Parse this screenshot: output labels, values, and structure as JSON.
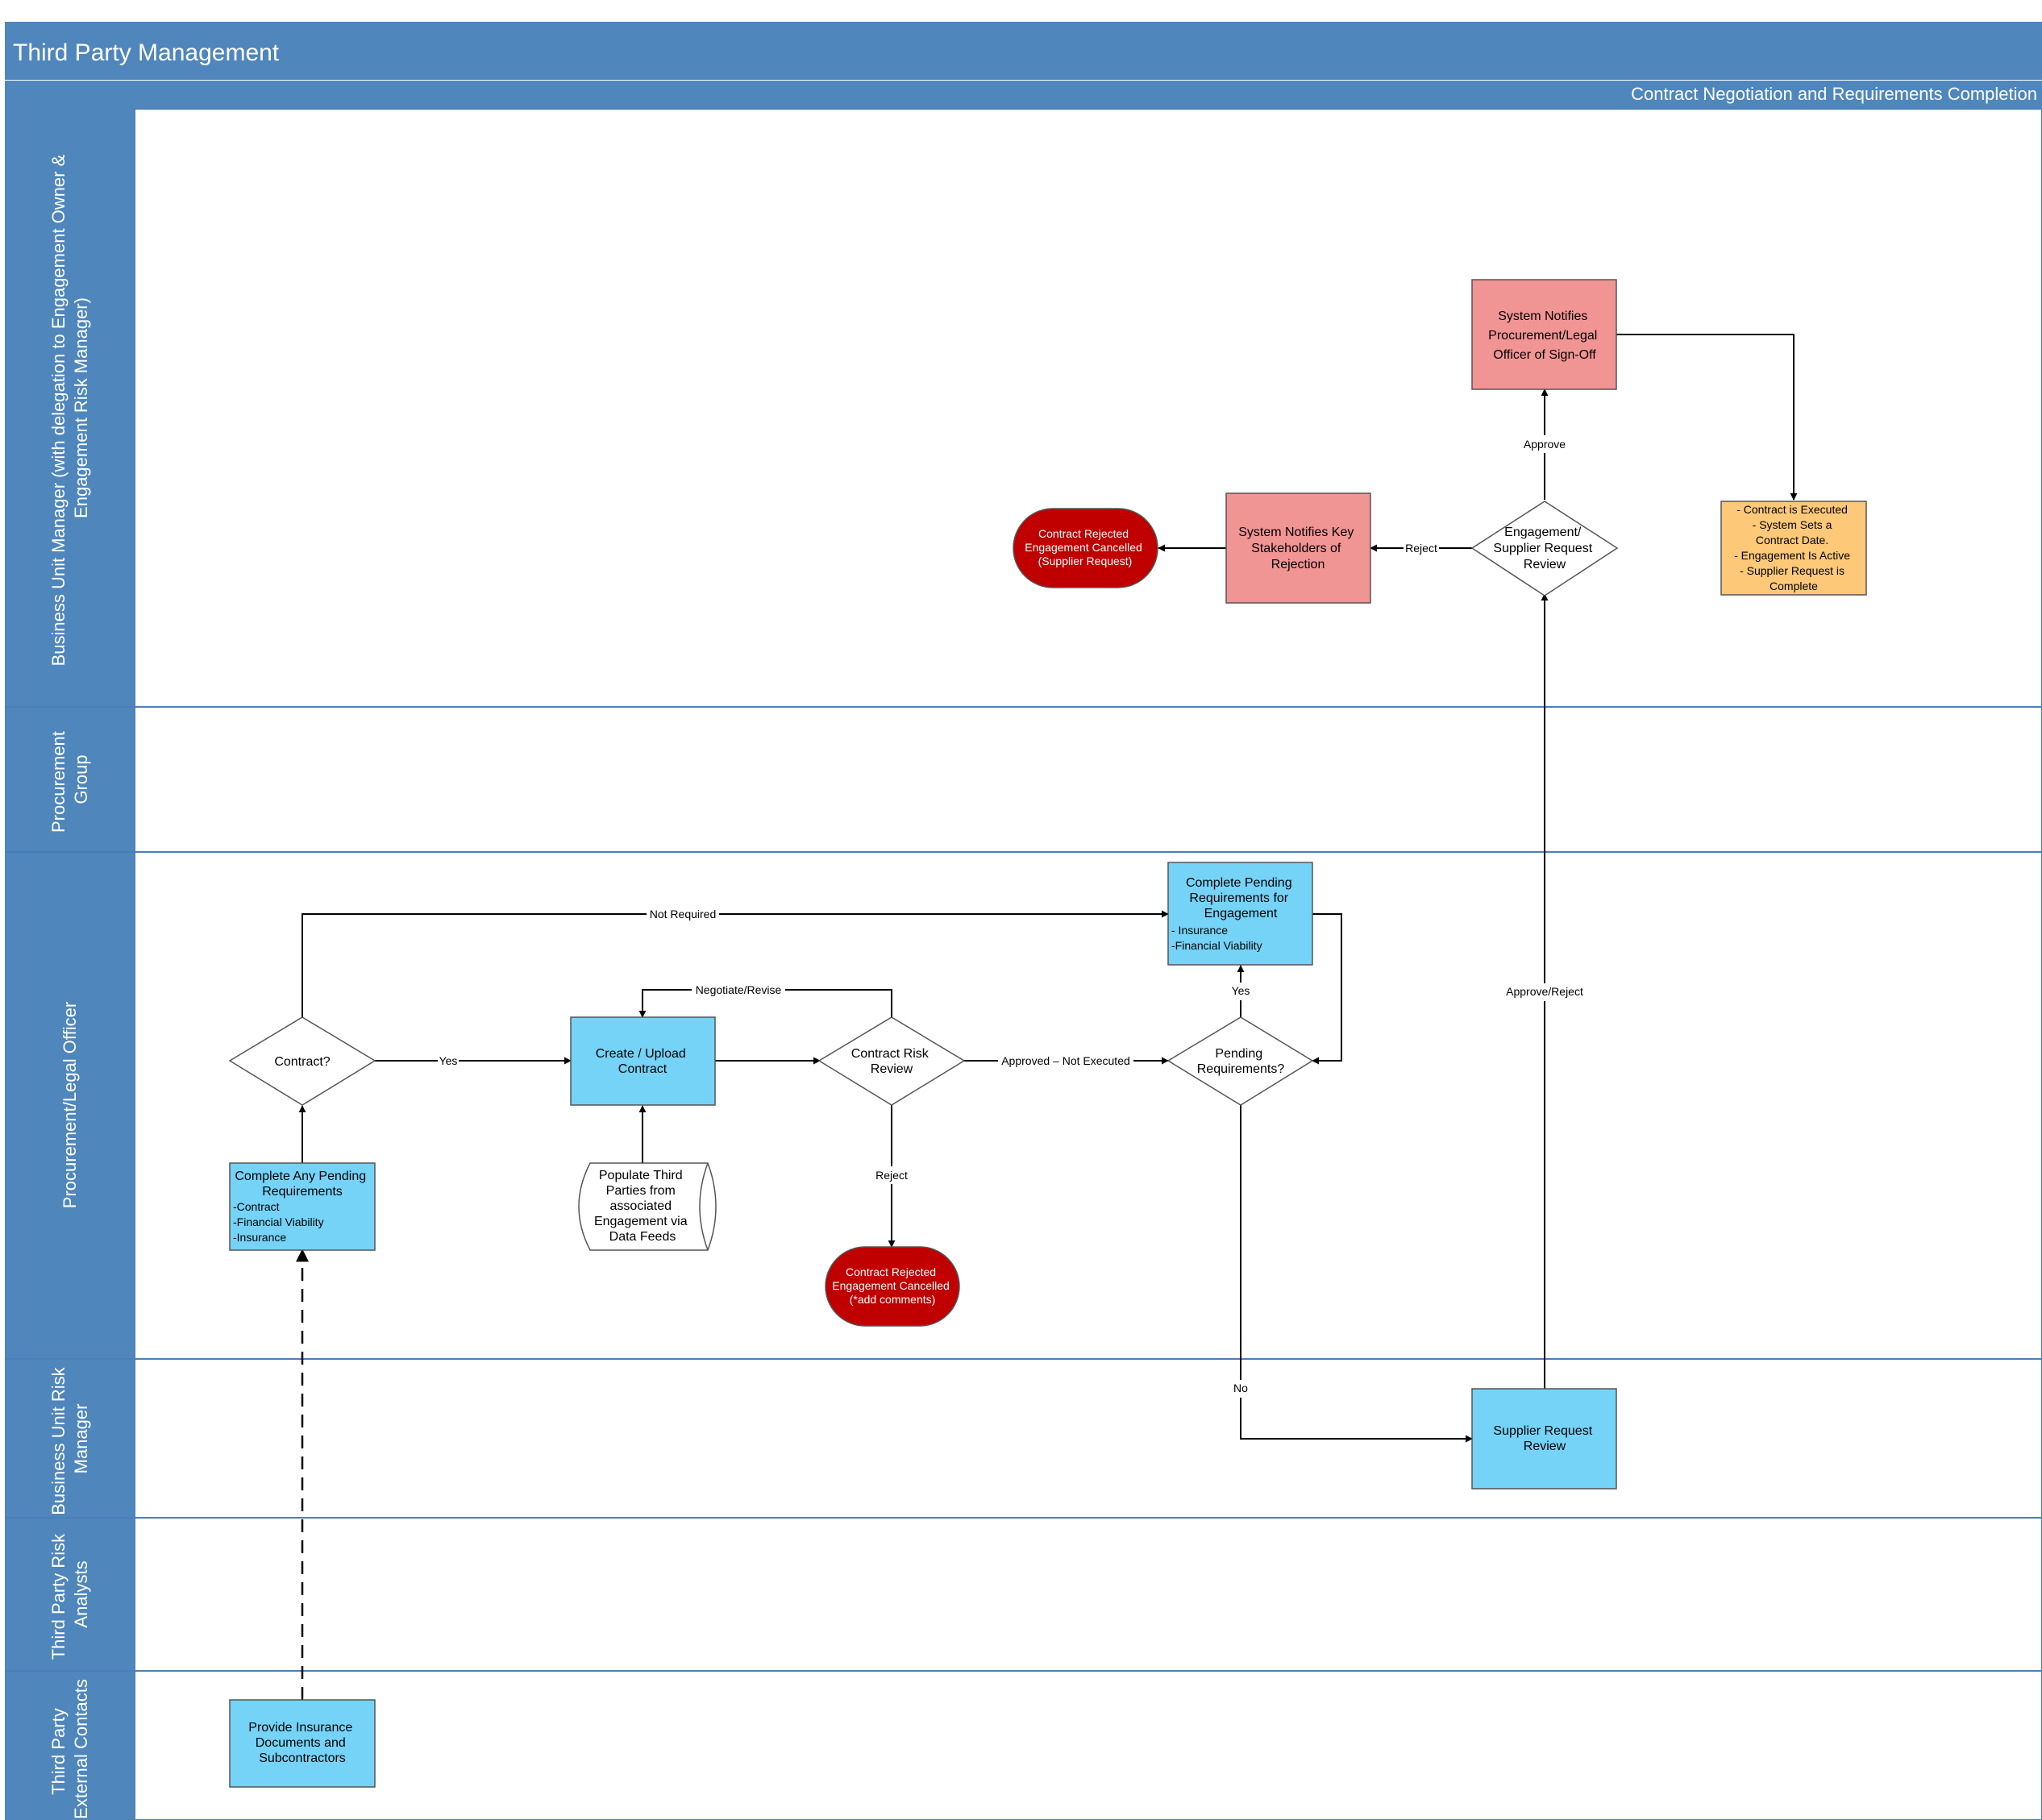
{
  "header": {
    "title": "Third Party Management",
    "phase": "Contract Negotiation and Requirements Completion"
  },
  "colors": {
    "header_blue": "#4f86bc",
    "lane_border": "#4a7ebb",
    "process_blue": "#74d3f7",
    "system_red": "#f19494",
    "terminal_red": "#c00000",
    "note_orange": "#fdc979"
  },
  "lanes": [
    {
      "id": "bum",
      "lines": [
        "Business Unit Manager (with delegation to Engagement Owner &",
        "Engagement Risk Manager)"
      ]
    },
    {
      "id": "pg",
      "lines": [
        "Procurement",
        "Group"
      ]
    },
    {
      "id": "plo",
      "lines": [
        "Procurement/Legal Officer"
      ]
    },
    {
      "id": "burm",
      "lines": [
        "Business Unit Risk",
        "Manager"
      ]
    },
    {
      "id": "tpra",
      "lines": [
        "Third Party Risk",
        "Analysts"
      ]
    },
    {
      "id": "tpec",
      "lines": [
        "Third Party",
        "External Contacts"
      ]
    }
  ],
  "nodes": {
    "sys_signoff": {
      "lines": [
        "System Notifies",
        "Procurement/Legal",
        "Officer of Sign-Off"
      ]
    },
    "contract_executed": {
      "lines": [
        "- Contract is Executed",
        "- System Sets a",
        "Contract Date.",
        "- Engagement Is Active",
        "- Supplier Request is",
        "Complete"
      ]
    },
    "engagement_review": {
      "lines": [
        "Engagement/",
        "Supplier Request",
        "Review"
      ]
    },
    "sys_rejection": {
      "lines": [
        "System Notifies Key",
        "Stakeholders of",
        "Rejection"
      ]
    },
    "rejected_supplier": {
      "lines": [
        "Contract Rejected",
        "Engagement Cancelled",
        "(Supplier Request)"
      ]
    },
    "complete_pending_eng": {
      "lines": [
        "Complete Pending",
        "Requirements for",
        "Engagement"
      ],
      "bullets": [
        "- Insurance",
        "-Financial Viability"
      ]
    },
    "contract_q": {
      "lines": [
        "Contract?"
      ]
    },
    "create_upload": {
      "lines": [
        "Create / Upload",
        "Contract"
      ]
    },
    "contract_risk": {
      "lines": [
        "Contract Risk",
        "Review"
      ]
    },
    "pending_q": {
      "lines": [
        "Pending",
        "Requirements?"
      ]
    },
    "complete_any": {
      "lines": [
        "Complete Any Pending",
        "Requirements"
      ],
      "bullets": [
        "-Contract",
        "-Financial Viability",
        "-Insurance"
      ]
    },
    "populate": {
      "lines": [
        "Populate Third",
        "Parties from",
        "associated",
        "Engagement via",
        "Data Feeds"
      ]
    },
    "rejected_comments": {
      "lines": [
        "Contract Rejected",
        "Engagement Cancelled",
        "(*add comments)"
      ]
    },
    "supplier_review": {
      "lines": [
        "Supplier Request",
        "Review"
      ]
    },
    "provide_insurance": {
      "lines": [
        "Provide Insurance",
        "Documents and",
        "Subcontractors"
      ]
    }
  },
  "edge_labels": {
    "approve": "Approve",
    "reject_top": "Reject",
    "not_required": "Not Required",
    "negotiate": "Negotiate/Revise",
    "yes_contract": "Yes",
    "approved_not_executed": "Approved – Not Executed",
    "yes_pending": "Yes",
    "reject_risk": "Reject",
    "approve_reject": "Approve/Reject",
    "no": "No"
  }
}
